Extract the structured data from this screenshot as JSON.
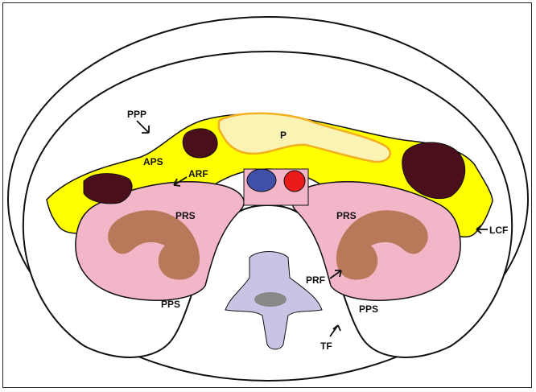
{
  "diagram": {
    "labels": {
      "ppp": "PPP",
      "aps": "APS",
      "arf": "ARF",
      "p": "P",
      "prs_left": "PRS",
      "prs_right": "PRS",
      "lcf": "LCF",
      "prf": "PRF",
      "pps_left": "PPS",
      "pps_right": "PPS",
      "tf": "TF"
    },
    "colors": {
      "fat_yellow": "#FFFF00",
      "pancreas": "#FAF3B4",
      "pancreas_outline": "#F0B020",
      "kidney_pink": "#F2B6C8",
      "kidney_brown": "#B8785A",
      "colon_dark": "#4A0F1A",
      "vessel_blue": "#4050A8",
      "vessel_red": "#E81A1A",
      "spine_lavender": "#C8C4E4",
      "spine_gray": "#888888"
    }
  }
}
